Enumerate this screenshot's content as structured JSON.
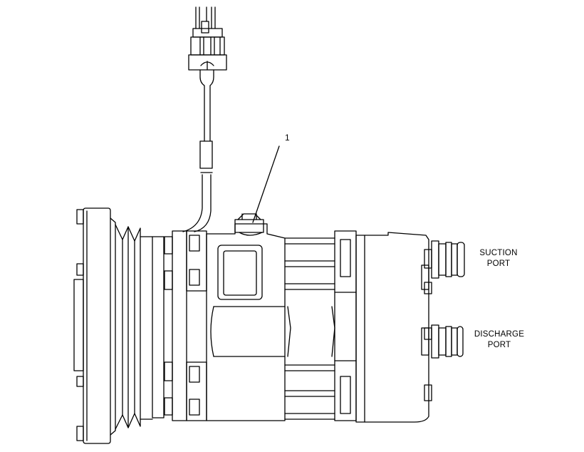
{
  "callouts": [
    {
      "number": "1"
    }
  ],
  "labels": {
    "suction_line1": "SUCTION",
    "suction_line2": "PORT",
    "discharge_line1": "DISCHARGE",
    "discharge_line2": "PORT"
  },
  "colors": {
    "line": "#000000",
    "background": "#ffffff"
  }
}
